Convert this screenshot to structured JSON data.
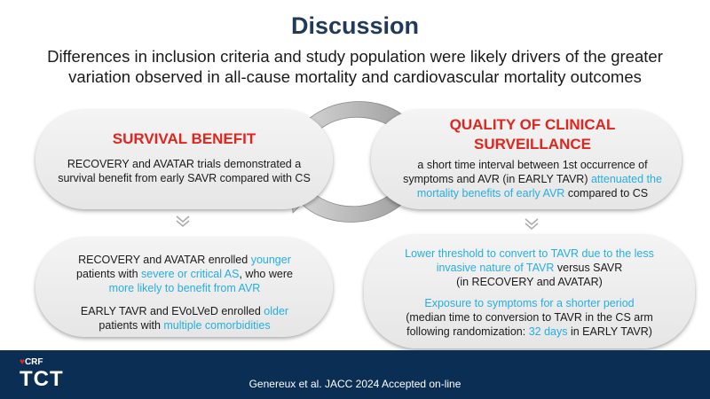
{
  "title": "Discussion",
  "subtitle_line1": "Differences in inclusion criteria and study population were likely drivers of the greater",
  "subtitle_line2": "variation observed in all-cause mortality and cardiovascular mortality outcomes",
  "survival": {
    "heading": "SURVIVAL BENEFIT",
    "line1": "RECOVERY and AVATAR trials demonstrated a",
    "line2": "survival benefit from early SAVR compared with CS"
  },
  "quality": {
    "heading_line1": "QUALITY OF CLINICAL",
    "heading_line2": "SURVEILLANCE",
    "line1": "a short time interval between 1st occurrence of",
    "line2": "symptoms and AVR (in EARLY TAVR)",
    "line2_highlight": "attenuated the",
    "line3_highlight": "mortality benefits of early AVR",
    "line3_tail": "compared to CS"
  },
  "enrolled": {
    "p1_a": "RECOVERY and AVATAR enrolled",
    "p1_b": "younger",
    "p1_c": "patients with",
    "p1_d": "severe or critical AS",
    "p1_e": ", who were",
    "p1_f": "more likely to benefit from AVR",
    "p2_a": "EARLY TAVR and EVoLVeD enrolled",
    "p2_b": "older",
    "p2_c": "patients with",
    "p2_d": "multiple comorbidities"
  },
  "threshold": {
    "l1": "Lower threshold to convert to TAVR due to the less",
    "l2": "invasive nature of TAVR",
    "l2_tail": "versus SAVR",
    "l3": "(in RECOVERY and AVATAR)",
    "l4": "Exposure to symptoms for a shorter period",
    "l5": "(median time to conversion to TAVR in the CS arm",
    "l6_a": "following randomization:",
    "l6_b": "32 days",
    "l6_c": "in EARLY TAVR)"
  },
  "footer": "Genereux et al. JACC 2024 Accepted on-line",
  "logo": {
    "crf": "CRF",
    "tct": "TCT"
  },
  "colors": {
    "accent_red": "#e0241e",
    "highlight_cyan": "#26aee0",
    "navy": "#0b2e55"
  }
}
